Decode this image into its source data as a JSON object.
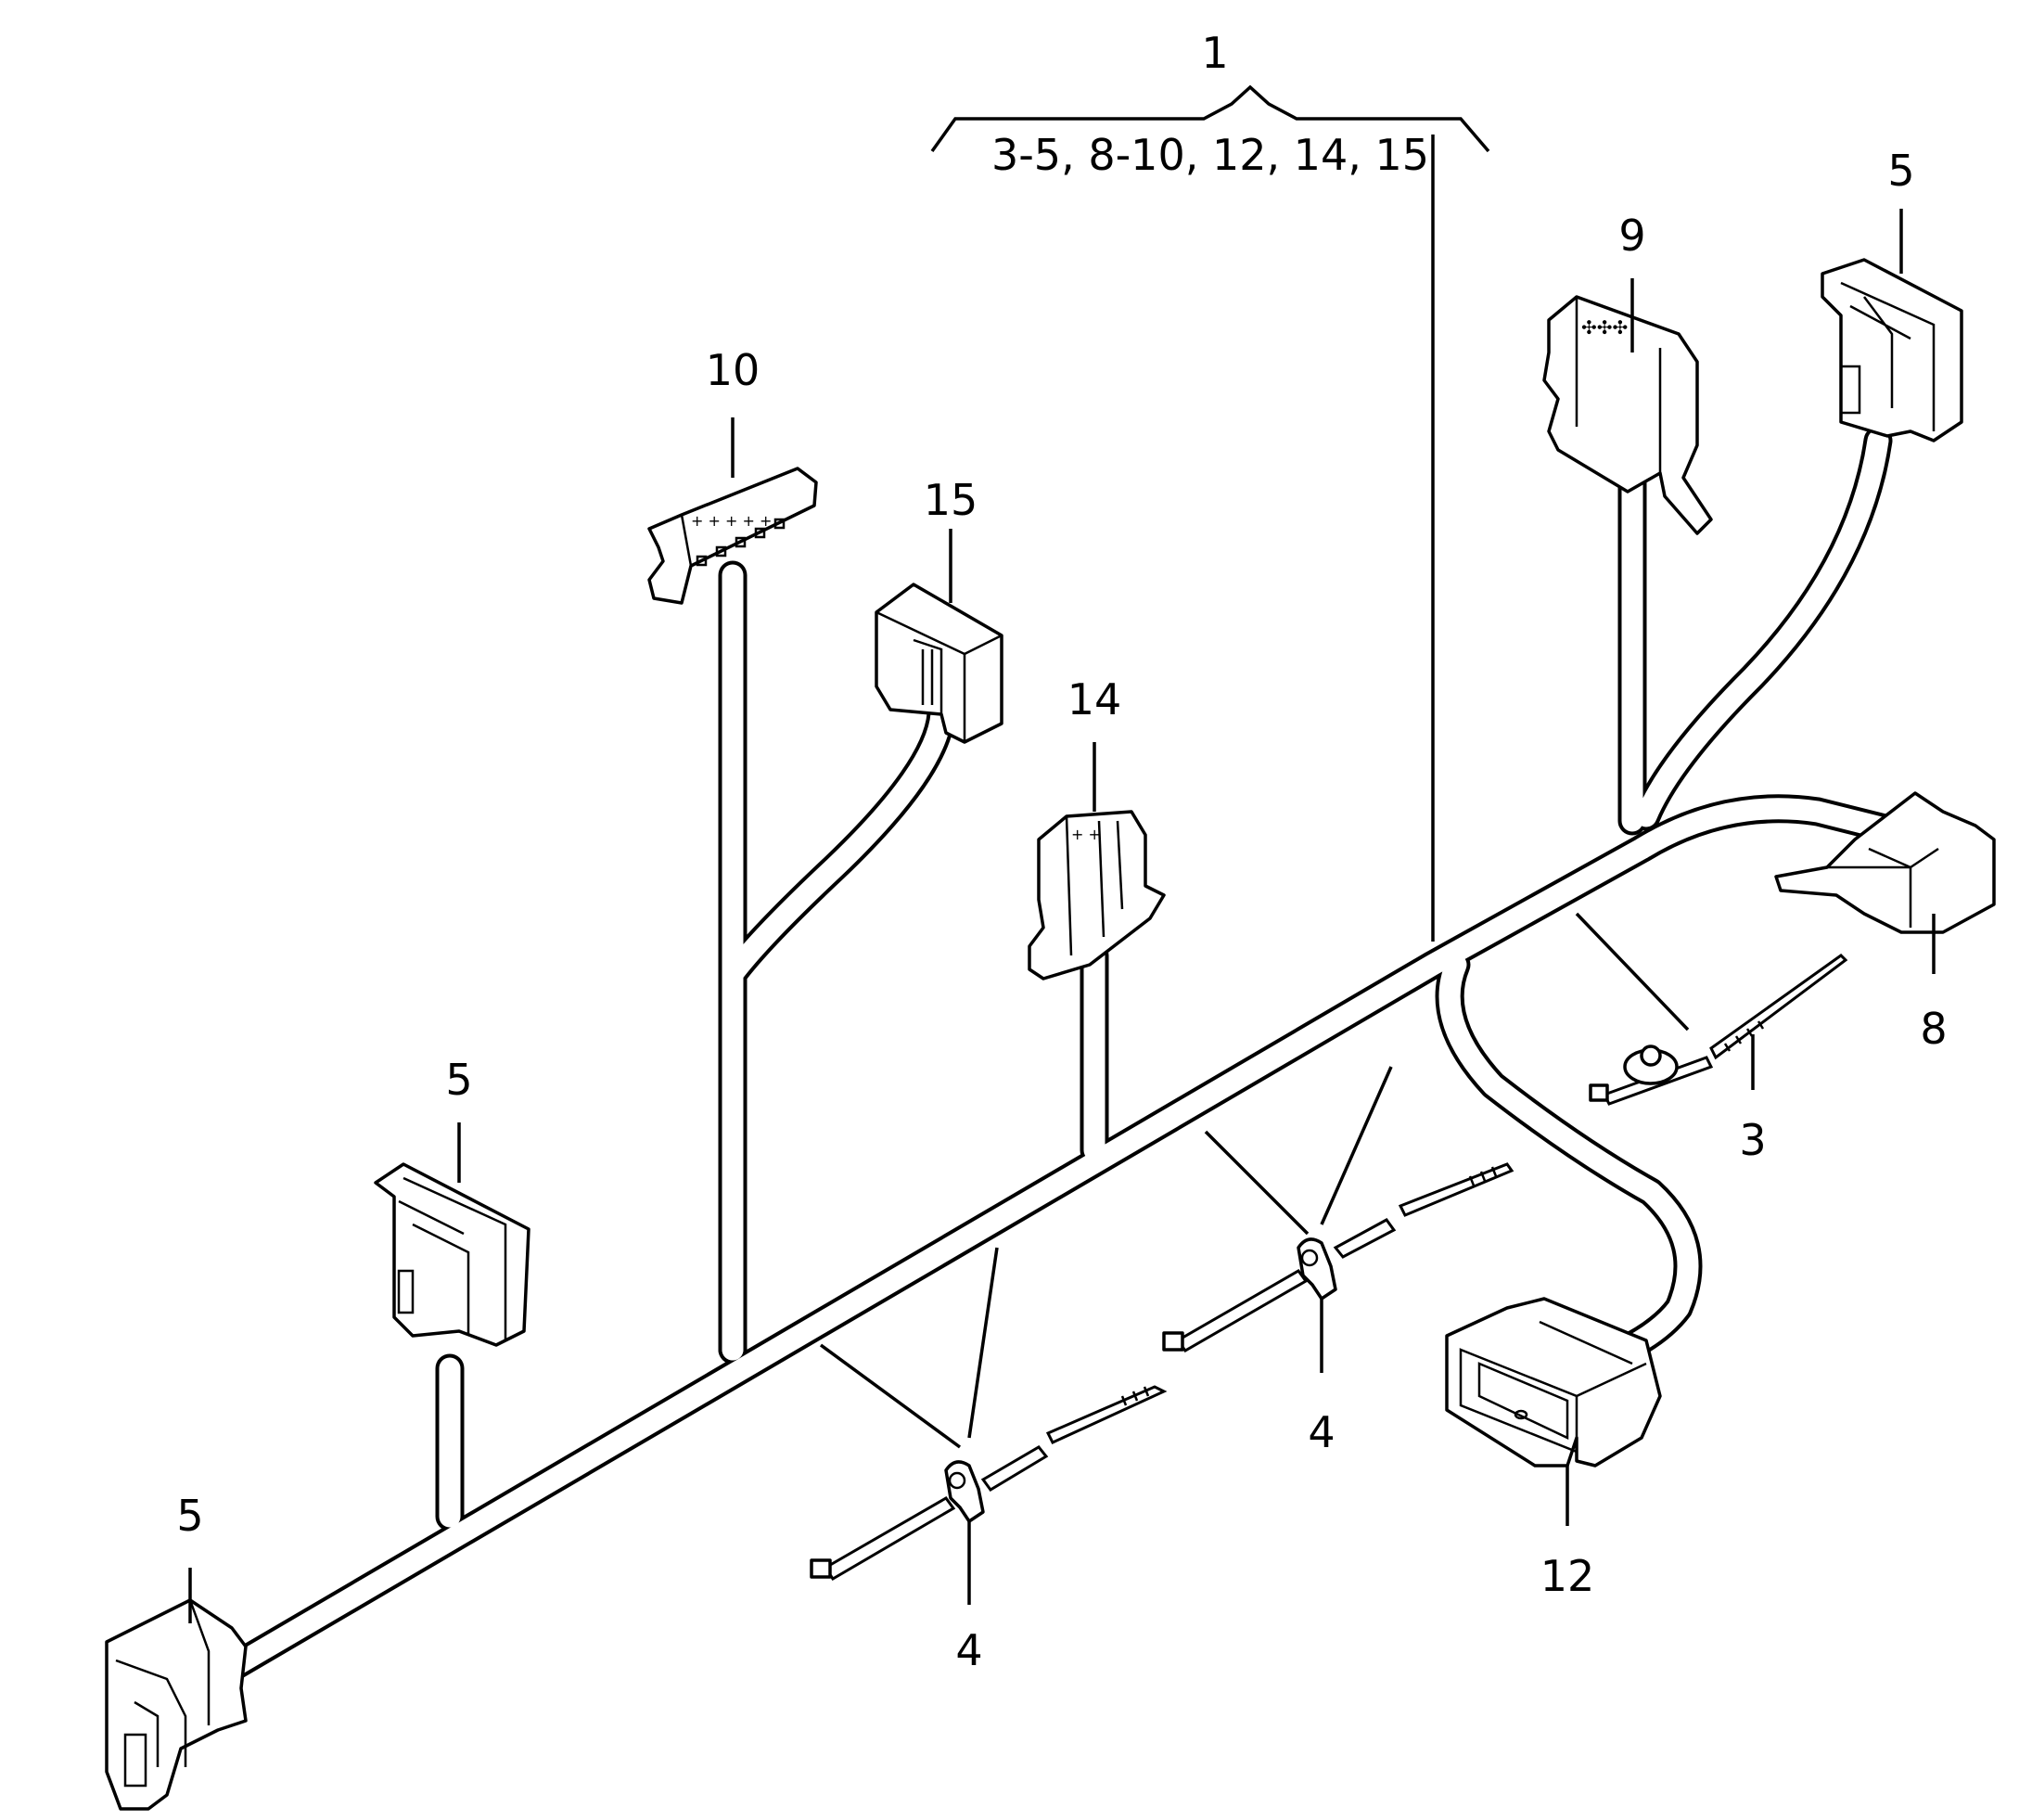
{
  "diagram": {
    "assembly_label": "1",
    "assembly_sublabel": "3-5, 8-10, 12, 14, 15",
    "callouts": {
      "c3": "3",
      "c4a": "4",
      "c4b": "4",
      "c5_top": "5",
      "c5_mid": "5",
      "c5_bottom": "5",
      "c8": "8",
      "c9": "9",
      "c10": "10",
      "c12": "12",
      "c14": "14",
      "c15": "15"
    }
  }
}
